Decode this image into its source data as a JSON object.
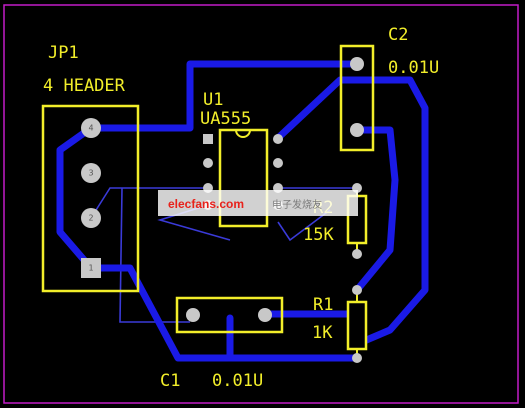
{
  "colors": {
    "background": "#000000",
    "board_outline": "#c21cc8",
    "copper_trace": "#1a1ae6",
    "thin_trace": "#3a3ad8",
    "silkscreen": "#f2ee2a",
    "pad": "#c8c8c8"
  },
  "components": {
    "jp1": {
      "designator": "JP1",
      "value": "4 HEADER",
      "pins": [
        "4",
        "3",
        "2",
        "1"
      ]
    },
    "u1": {
      "designator": "U1",
      "value": "UA555"
    },
    "c2": {
      "designator": "C2",
      "value": "0.01U"
    },
    "r2": {
      "designator": "R2",
      "value": "15K"
    },
    "r1": {
      "designator": "R1",
      "value": "1K"
    },
    "c1": {
      "designator": "C1",
      "value": "0.01U"
    }
  },
  "watermark": {
    "text": "elecfans.com",
    "tail": "电子发烧友"
  }
}
